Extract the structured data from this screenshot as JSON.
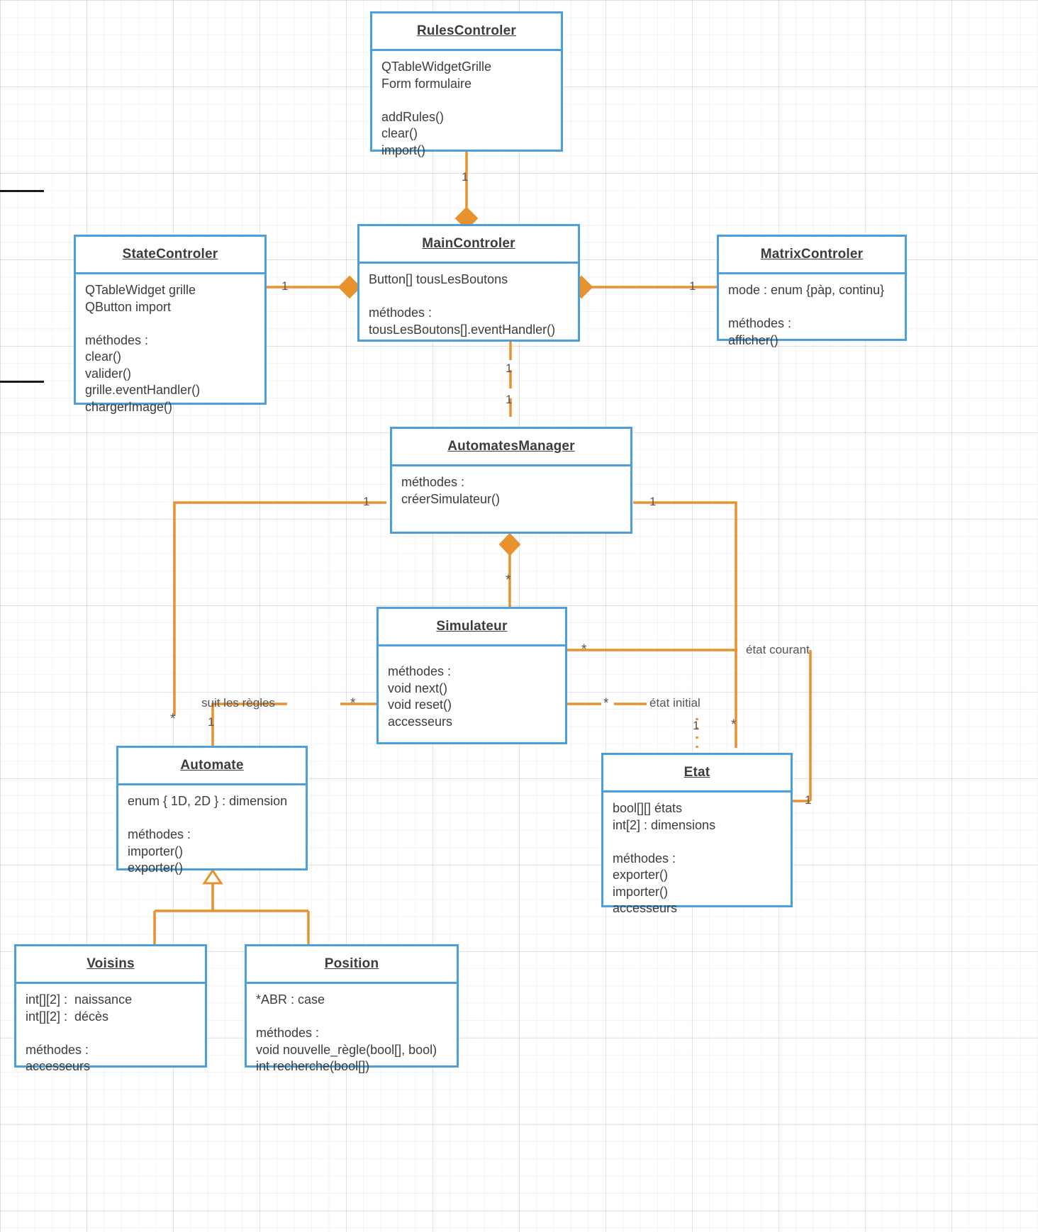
{
  "diagram": {
    "title": "UML Class Diagram",
    "accent_color": "#4a9fdc",
    "edge_color": "#e8922e",
    "text_color": "#3c3c3c"
  },
  "classes": [
    {
      "id": "rules-controler",
      "name": "RulesControler",
      "body": "QTableWidgetGrille\nForm formulaire\n\naddRules()\nclear()\nimport()"
    },
    {
      "id": "state-controler",
      "name": "StateControler",
      "body": "QTableWidget grille\nQButton import\n\nméthodes :\nclear()\nvalider()\ngrille.eventHandler()\nchargerImage()"
    },
    {
      "id": "main-controler",
      "name": "MainControler",
      "body": "Button[] tousLesBoutons\n\nméthodes :\ntousLesBoutons[].eventHandler()"
    },
    {
      "id": "matrix-controler",
      "name": "MatrixControler",
      "body": "mode : enum {pàp, continu}\n\nméthodes :\nafficher()"
    },
    {
      "id": "automates-manager",
      "name": "AutomatesManager",
      "body": "méthodes :\ncréerSimulateur()"
    },
    {
      "id": "simulateur",
      "name": "Simulateur",
      "body": "méthodes :\nvoid next()\nvoid reset()\naccesseurs"
    },
    {
      "id": "automate",
      "name": "Automate",
      "body": "enum { 1D, 2D } : dimension\n\nméthodes :\nimporter()\nexporter()"
    },
    {
      "id": "etat",
      "name": "Etat",
      "body": "bool[][] états\nint[2] : dimensions\n\nméthodes :\nexporter()\nimporter()\naccesseurs"
    },
    {
      "id": "voisins",
      "name": "Voisins",
      "body": "int[][2] :  naissance\nint[][2] :  décès\n\nméthodes :\naccesseurs"
    },
    {
      "id": "position",
      "name": "Position",
      "body": "*ABR : case\n\nméthodes :\nvoid nouvelle_règle(bool[], bool)\nint recherche(bool[])"
    }
  ],
  "edge_labels": {
    "suit_les_regles": "suit les règles",
    "etat_initial": "état initial",
    "etat_courant": "état courant"
  },
  "multiplicities": {
    "rules_to_main": "1",
    "state_to_main": "1",
    "main_to_matrix": "1",
    "main_to_manager_top": "1",
    "main_to_manager_bottom": "1",
    "manager_to_automate": "1",
    "manager_to_etat": "1",
    "manager_to_simulateur_star": "*",
    "simulateur_to_etat_courant_star": "*",
    "simulateur_to_etat_initial_star": "*",
    "simulateur_to_automate_star": "*",
    "automate_star": "*",
    "automate_one": "1",
    "etat_initial_one": "1",
    "etat_courant_star": "*",
    "etat_right_one": "1"
  }
}
